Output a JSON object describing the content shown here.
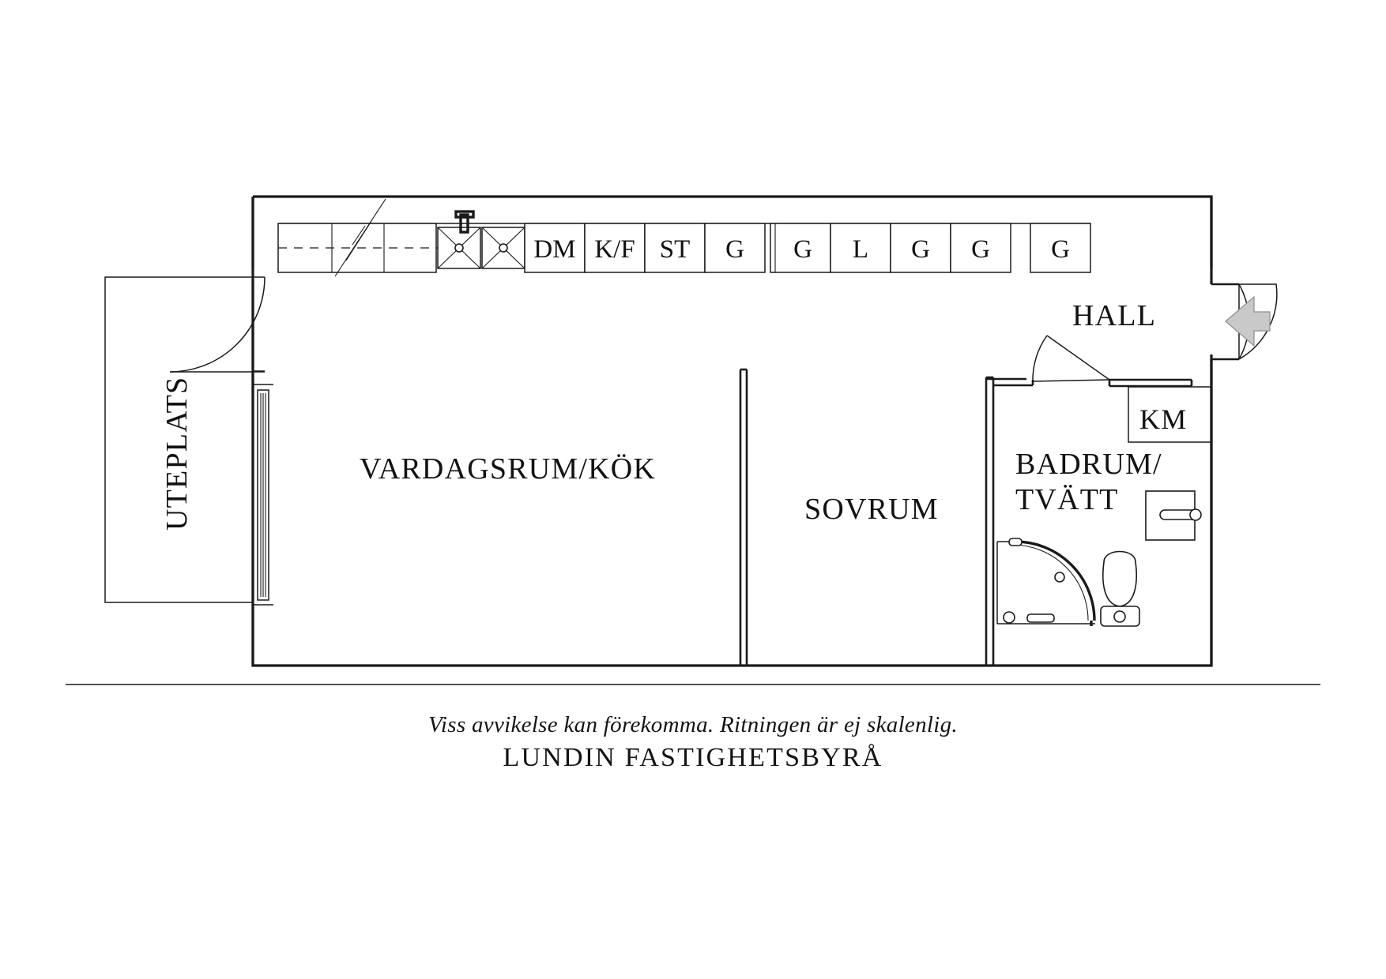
{
  "document": {
    "type": "floor-plan",
    "language": "sv"
  },
  "rooms": [
    {
      "id": "uteplats",
      "label": "UTEPLATS",
      "orientation": "vertical"
    },
    {
      "id": "vardagsrum",
      "label": "VARDAGSRUM/KÖK",
      "orientation": "horizontal"
    },
    {
      "id": "sovrum",
      "label": "SOVRUM",
      "orientation": "horizontal"
    },
    {
      "id": "hall",
      "label": "HALL",
      "orientation": "horizontal"
    },
    {
      "id": "badrum",
      "label": "BADRUM/",
      "label2": "TVÄTT",
      "orientation": "horizontal"
    },
    {
      "id": "km",
      "label": "KM",
      "orientation": "horizontal"
    }
  ],
  "kitchen_units": {
    "group_left": [
      {
        "id": "unit-dm",
        "label": "DM"
      },
      {
        "id": "unit-kf",
        "label": "K/F"
      },
      {
        "id": "unit-st",
        "label": "ST"
      },
      {
        "id": "unit-g1",
        "label": "G"
      }
    ],
    "group_middle": [
      {
        "id": "unit-g2",
        "label": "G"
      },
      {
        "id": "unit-l",
        "label": "L"
      },
      {
        "id": "unit-g3",
        "label": "G"
      },
      {
        "id": "unit-g4",
        "label": "G"
      }
    ],
    "group_right": [
      {
        "id": "unit-g5",
        "label": "G"
      }
    ]
  },
  "fixtures": [
    {
      "id": "shower",
      "name": "corner-shower"
    },
    {
      "id": "toilet",
      "name": "toilet"
    },
    {
      "id": "washer-sink",
      "name": "washing-machine"
    },
    {
      "id": "stove-burners",
      "name": "stove-hob"
    },
    {
      "id": "entry-arrow",
      "name": "entrance-direction-arrow"
    },
    {
      "id": "patio-door",
      "name": "patio-sliding-door"
    }
  ],
  "caption": {
    "disclaimer": "Viss avvikelse kan förekomma. Ritningen är ej skalenlig.",
    "brand": "LUNDIN FASTIGHETSBYRÅ"
  },
  "colors": {
    "line": "#1a1a1a",
    "arrow_fill": "#c9c9c9",
    "arrow_stroke": "#8e8e8e",
    "background": "#ffffff"
  }
}
